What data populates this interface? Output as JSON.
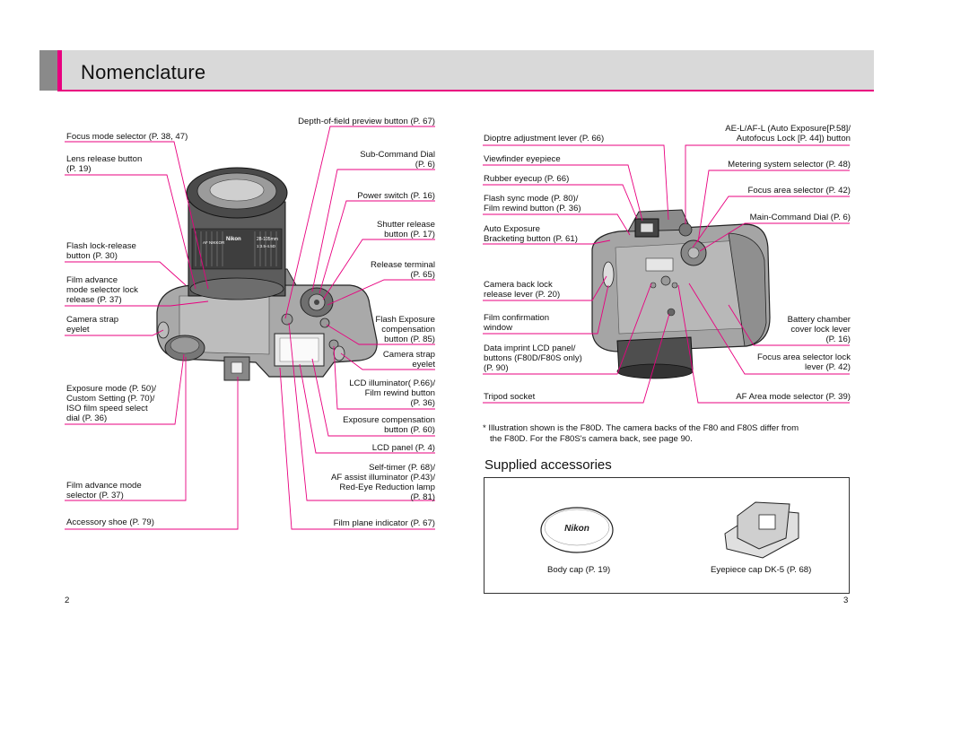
{
  "header": {
    "title": "Nomenclature"
  },
  "left_page": {
    "labels_left": {
      "focus_mode": "Focus mode selector (P. 38, 47)",
      "lens_release_1": "Lens release button",
      "lens_release_2": "(P. 19)",
      "flash_lock_1": "Flash lock-release",
      "flash_lock_2": "button (P. 30)",
      "film_adv_lock_1": "Film advance",
      "film_adv_lock_2": "mode selector lock",
      "film_adv_lock_3": "release (P. 37)",
      "strap_l_1": "Camera strap",
      "strap_l_2": "eyelet",
      "exposure_mode_1": "Exposure mode (P. 50)/",
      "exposure_mode_2": "Custom Setting (P. 70)/",
      "exposure_mode_3": "ISO film speed select",
      "exposure_mode_4": "dial (P. 36)",
      "film_adv_sel_1": "Film advance mode",
      "film_adv_sel_2": "selector (P. 37)",
      "accessory_shoe": "Accessory shoe (P. 79)"
    },
    "labels_right": {
      "dof": "Depth-of-field preview button (P. 67)",
      "sub_dial_1": "Sub-Command Dial",
      "sub_dial_2": "(P. 6)",
      "power": "Power switch (P. 16)",
      "shutter_1": "Shutter release",
      "shutter_2": "button (P. 17)",
      "release_term_1": "Release terminal",
      "release_term_2": "(P. 65)",
      "flash_comp_1": "Flash Exposure",
      "flash_comp_2": "compensation",
      "flash_comp_3": "button (P. 85)",
      "strap_r_1": "Camera strap",
      "strap_r_2": "eyelet",
      "lcd_illum_1": "LCD illuminator( P.66)/",
      "lcd_illum_2": "Film rewind button",
      "lcd_illum_3": "(P. 36)",
      "exp_comp_1": "Exposure compensation",
      "exp_comp_2": "button (P. 60)",
      "lcd_panel": "LCD panel (P. 4)",
      "self_timer_1": "Self-timer (P. 68)/",
      "self_timer_2": "AF assist illuminator (P.43)/",
      "self_timer_3": "Red-Eye Reduction lamp",
      "self_timer_4": "(P. 81)",
      "film_plane": "Film plane indicator (P. 67)"
    },
    "page_number": "2"
  },
  "right_page": {
    "labels_left": {
      "dioptre": "Dioptre adjustment lever (P. 66)",
      "viewfinder": "Viewfinder eyepiece",
      "rubber_eyecup": "Rubber eyecup (P. 66)",
      "flash_sync_1": "Flash sync mode (P. 80)/",
      "flash_sync_2": "Film rewind button (P. 36)",
      "auto_bracket_1": "Auto Exposure",
      "auto_bracket_2": "Bracketing button (P. 61)",
      "back_lock_1": "Camera back lock",
      "back_lock_2": "release lever (P. 20)",
      "film_window_1": "Film confirmation",
      "film_window_2": "window",
      "data_imprint_1": "Data imprint LCD panel/",
      "data_imprint_2": "buttons (F80D/F80S only)",
      "data_imprint_3": "(P. 90)",
      "tripod": "Tripod socket"
    },
    "labels_right": {
      "ael_1": "AE-L/AF-L (Auto Exposure[P.58]/",
      "ael_2": "Autofocus Lock [P. 44]) button",
      "metering": "Metering system selector (P. 48)",
      "focus_area": "Focus area selector (P. 42)",
      "main_dial": "Main-Command Dial (P. 6)",
      "battery_1": "Battery chamber",
      "battery_2": "cover lock lever",
      "battery_3": "(P. 16)",
      "focus_lock_1": "Focus area selector lock",
      "focus_lock_2": "lever (P. 42)",
      "af_area": "AF Area mode selector (P. 39)"
    },
    "footnote_1": "* Illustration shown is the F80D. The camera backs of the F80 and F80S differ from",
    "footnote_2": "the F80D. For the F80S's camera back, see page 90.",
    "accessories": {
      "title": "Supplied accessories",
      "body_cap": "Body cap (P. 19)",
      "eyepiece_cap": "Eyepiece cap DK-5 (P. 68)",
      "cap_logo": "Nikon"
    },
    "page_number": "3"
  },
  "lens_markings": {
    "brand": "Nikon",
    "focal": "28-105mm",
    "aperture": "1:3.5-4.5D",
    "af": "AF NIKKOR"
  },
  "colors": {
    "accent": "#e8007f",
    "header_gray": "#d9d9d9",
    "header_dark": "#8a8a8a"
  }
}
